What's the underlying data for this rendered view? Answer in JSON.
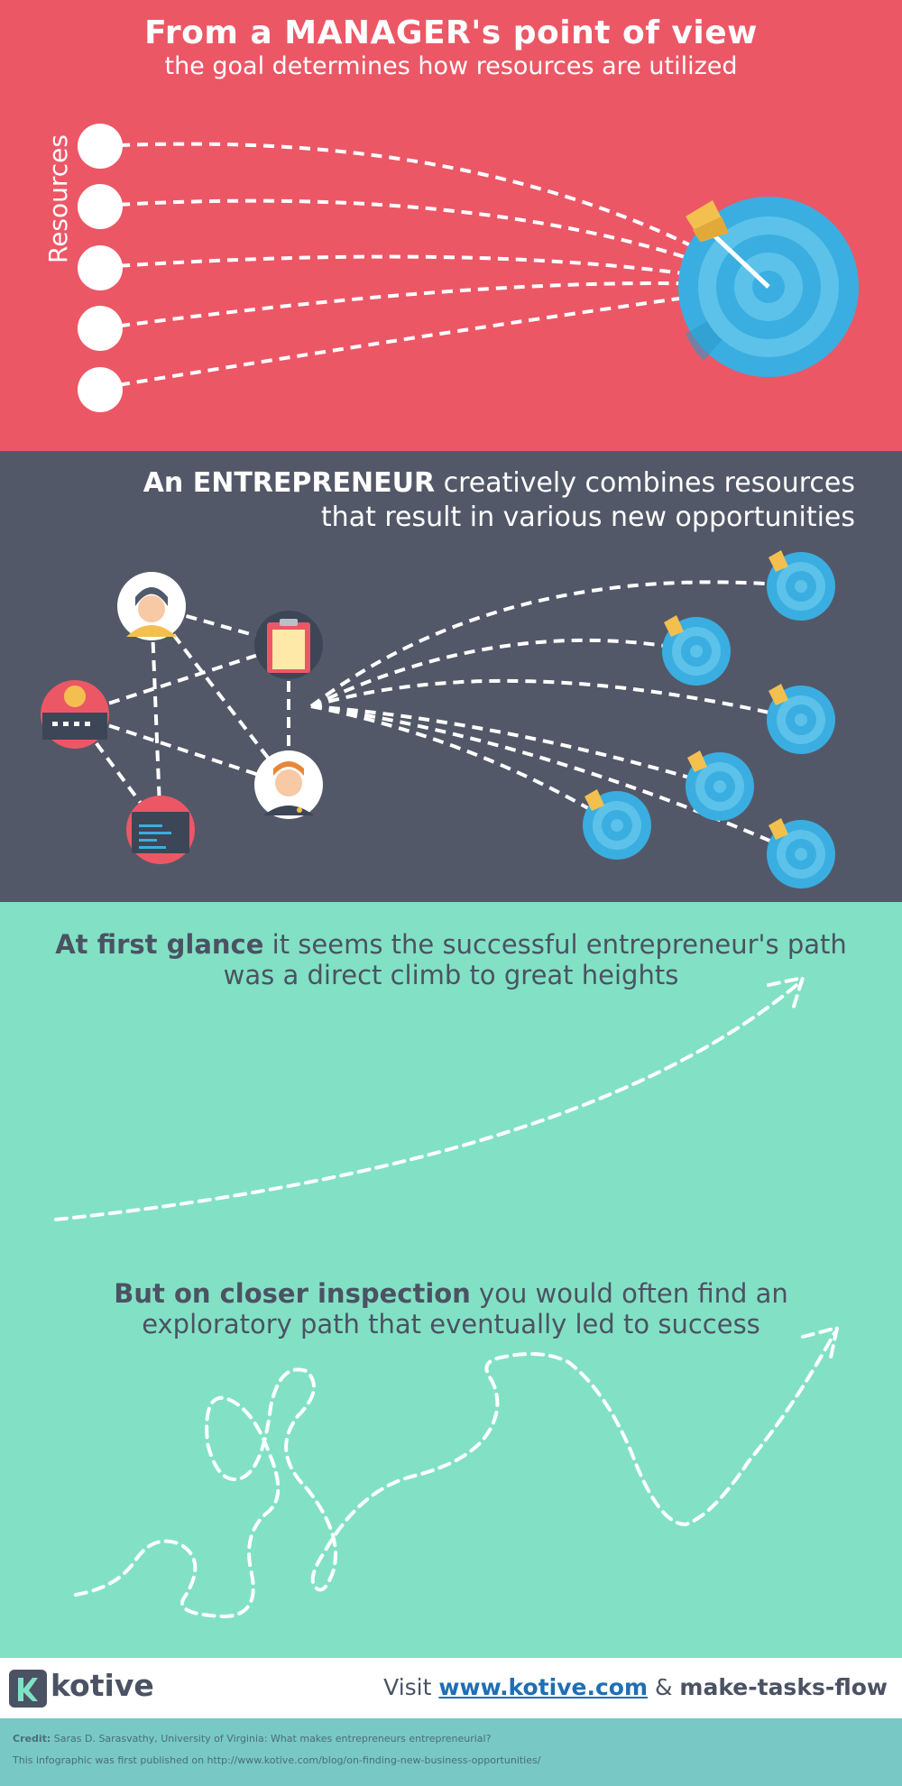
{
  "colors": {
    "manager_bg": "#ec5766",
    "entrepreneur_bg": "#535868",
    "glance_bg": "#82e1c4",
    "footer_bg": "#ffffff",
    "credit_bg": "#78c8c6",
    "target_blue": "#3aaee0",
    "link_blue": "#1e6fb5"
  },
  "manager": {
    "title": "From a MANAGER's point of view",
    "subtitle": "the goal determines how resources are utilized",
    "resources_label": "Resources"
  },
  "entrepreneur": {
    "title_bold": "An ENTREPRENEUR",
    "title_rest": " creatively combines resources",
    "subtitle": "that result in various new opportunities",
    "resource_icons": [
      "girl-avatar-icon",
      "clipboard-icon",
      "factory-icon",
      "man-avatar-icon",
      "code-window-icon"
    ]
  },
  "glance": {
    "line1_bold": "At first glance",
    "line1_rest": " it seems the successful entrepreneur's path",
    "line2": "was a direct climb to great heights",
    "line3_bold": "But on closer inspection",
    "line3_rest": " you would often find an",
    "line4": "exploratory path that eventually led to success"
  },
  "footer": {
    "brand": "kotive",
    "visit_label": "Visit ",
    "link_text": "www.kotive.com",
    "amp": " & ",
    "tagline": "make-tasks-flow"
  },
  "credit": {
    "label": "Credit:",
    "text": " Saras D. Sarasvathy, University of Virginia: What makes entrepreneurs entrepreneurial?",
    "published": "This infographic was first published on http://www.kotive.com/blog/on-finding-new-business-opportunities/"
  }
}
